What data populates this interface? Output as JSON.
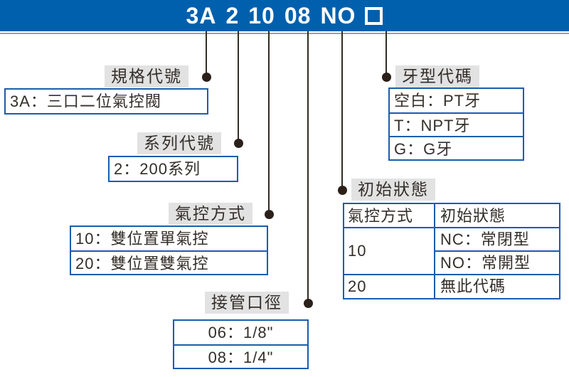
{
  "title": {
    "code_segments": [
      "3A",
      "2",
      "10",
      "08",
      "NO"
    ],
    "blank_box_symbol": "□"
  },
  "colors": {
    "banner_blue": "#0060AE",
    "banner_underline_blue": "#7BA7D6",
    "box_border_blue": "#1A5DAD",
    "label_bg_gray": "#E2E2E2",
    "text_dark": "#332E29",
    "connector_dark": "#342B24"
  },
  "sections": {
    "spec": {
      "label": "規格代號",
      "rows": [
        "3A：三口二位氣控閥"
      ]
    },
    "series": {
      "label": "系列代號",
      "rows": [
        "2：200系列"
      ]
    },
    "pilot": {
      "label": "氣控方式",
      "rows": [
        "10：雙位置單氣控",
        "20：雙位置雙氣控"
      ]
    },
    "port": {
      "label": "接管口徑",
      "rows": [
        "06：1/8\"",
        "08：1/4\""
      ]
    },
    "thread": {
      "label": "牙型代碼",
      "rows": [
        "空白：PT牙",
        "T：NPT牙",
        "G：G牙"
      ]
    },
    "initial_state": {
      "label": "初始狀態",
      "table": {
        "headers": [
          "氣控方式",
          "初始狀態"
        ],
        "rows": [
          {
            "pilot": "10",
            "states": [
              "NC：常閉型",
              "NO：常開型"
            ]
          },
          {
            "pilot": "20",
            "states": [
              "無此代碼"
            ]
          }
        ]
      }
    }
  }
}
